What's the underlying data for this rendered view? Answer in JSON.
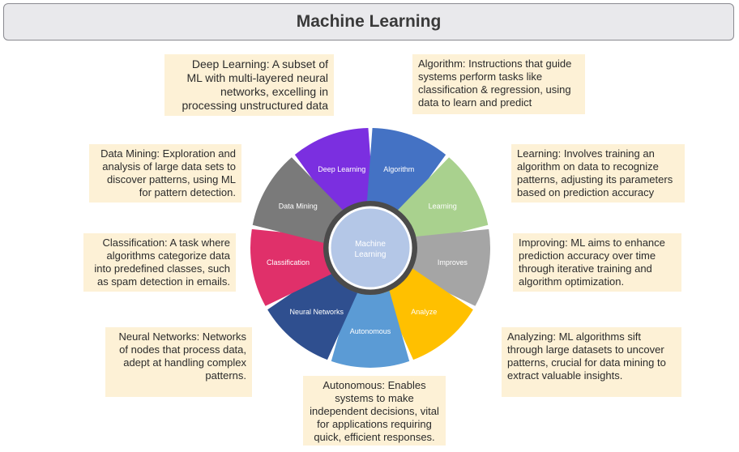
{
  "title": "Machine Learning",
  "center_label": [
    "Machine",
    "Learning"
  ],
  "petals": [
    {
      "label": "Deep Learning",
      "color": "#7b2fe0"
    },
    {
      "label": "Algorithm",
      "color": "#4472c4"
    },
    {
      "label": "Learning",
      "color": "#a9d18e"
    },
    {
      "label": "Improves",
      "color": "#a5a5a5"
    },
    {
      "label": "Analyze",
      "color": "#ffc000"
    },
    {
      "label": "Autonomous",
      "color": "#5b9bd5"
    },
    {
      "label": "Neural Networks",
      "color": "#2f4f8f"
    },
    {
      "label": "Classification",
      "color": "#e0306a"
    },
    {
      "label": "Data Mining",
      "color": "#7a7a7a"
    }
  ],
  "notes": {
    "deep_learning": [
      "Deep Learning: A subset of",
      "ML with multi-layered neural",
      "networks, excelling in",
      "processing unstructured data"
    ],
    "algorithm": [
      "Algorithm: Instructions that guide",
      "systems perform tasks like",
      "classification & regression, using",
      "data to learn and predict"
    ],
    "data_mining": [
      "Data Mining: Exploration and",
      "analysis of large data sets to",
      "discover patterns, using ML",
      "for pattern detection."
    ],
    "learning": [
      "Learning: Involves training an",
      "algorithm on data to recognize",
      "patterns, adjusting its parameters",
      "based on prediction accuracy"
    ],
    "classification": [
      "Classification: A task where",
      "algorithms categorize data",
      "into predefined classes, such",
      "as spam detection in emails."
    ],
    "improving": [
      "Improving: ML aims to enhance",
      "prediction accuracy over time",
      "through iterative training and",
      "algorithm optimization."
    ],
    "neural_networks": [
      "Neural Networks: Networks",
      "of nodes that process data,",
      "adept at handling complex",
      "patterns."
    ],
    "analyzing": [
      "Analyzing: ML algorithms sift",
      "through large datasets to uncover",
      "patterns, crucial for data mining to",
      "extract valuable insights."
    ],
    "autonomous": [
      "Autonomous: Enables",
      "systems to make",
      "independent decisions, vital",
      "for applications requiring",
      "quick, efficient responses."
    ]
  }
}
